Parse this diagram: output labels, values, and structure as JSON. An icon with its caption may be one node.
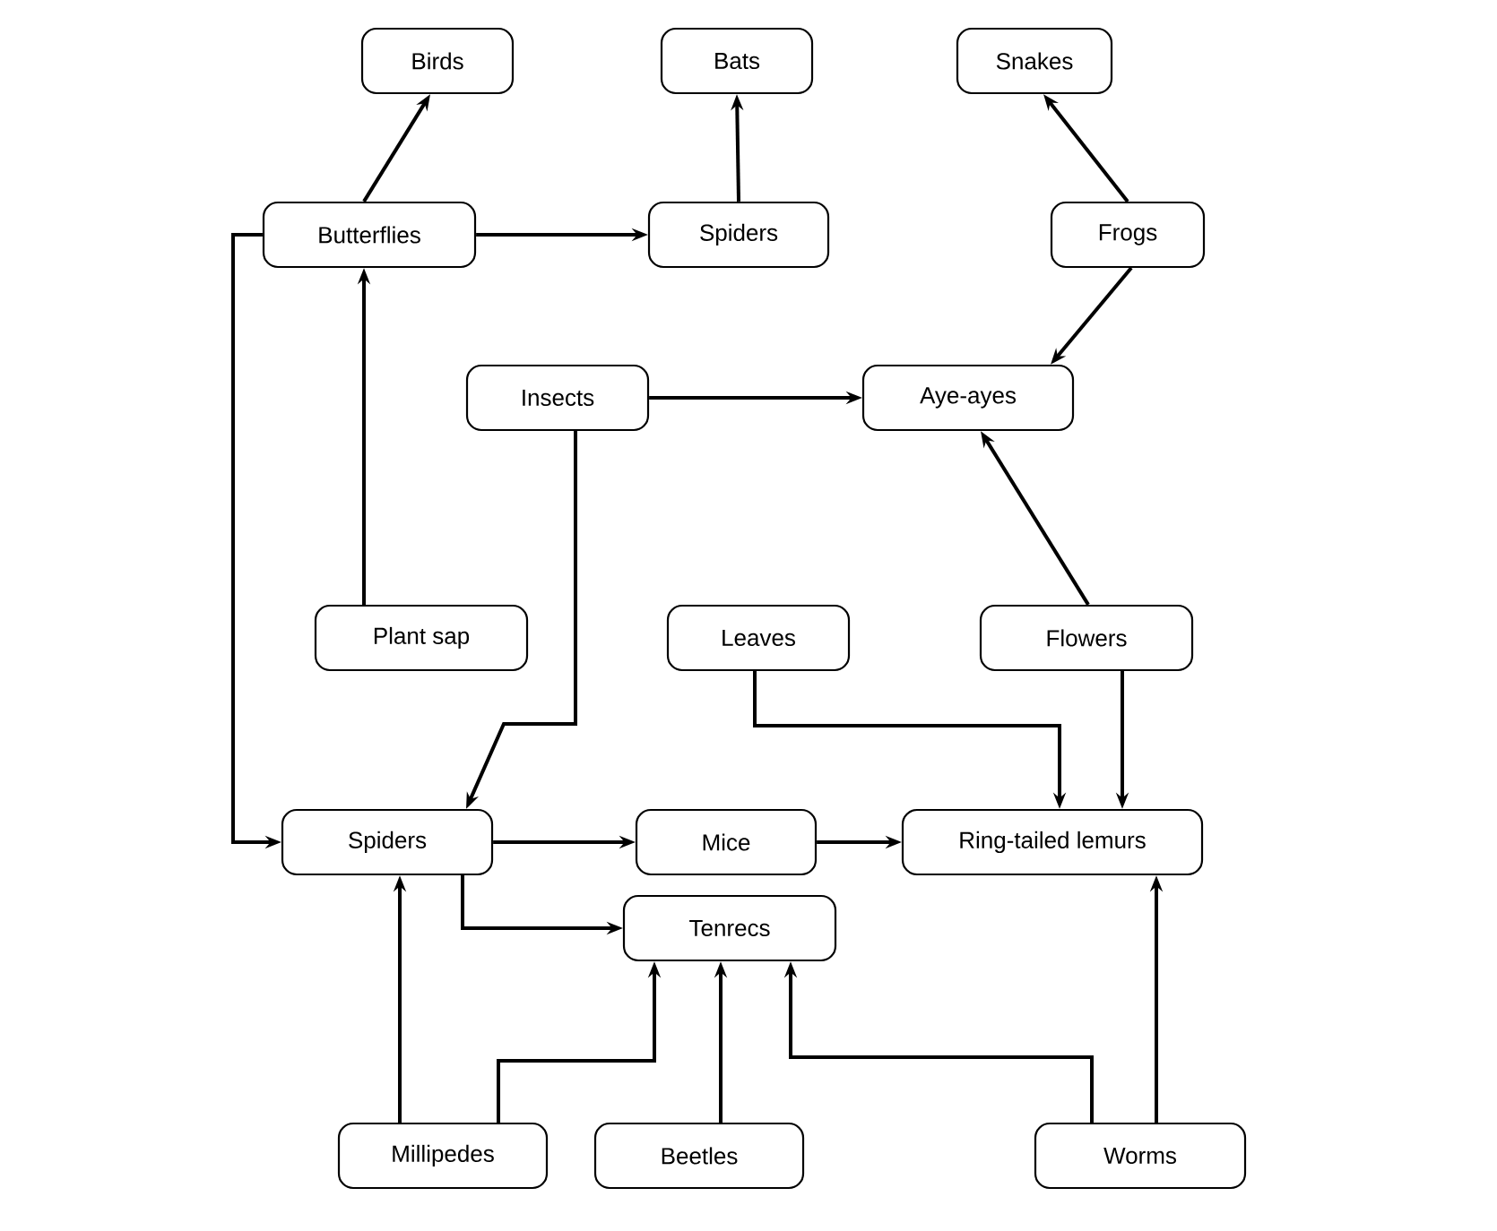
{
  "diagram": {
    "nodes": [
      {
        "text": [
          "Birds"
        ]
      },
      {
        "text": [
          "Bats"
        ]
      },
      {
        "text": [
          "Snakes"
        ]
      },
      {
        "text": [
          "Butterflies"
        ]
      },
      {
        "text": [
          "Spiders"
        ]
      },
      {
        "text": [
          "Frogs"
        ]
      },
      {
        "text": [
          "Insects"
        ]
      },
      {
        "text": [
          "Aye-ayes"
        ]
      },
      {
        "text": [
          "Plant sap"
        ]
      },
      {
        "text": [
          "Leaves"
        ]
      },
      {
        "text": [
          "Flowers"
        ]
      },
      {
        "text": [
          "Spiders"
        ]
      },
      {
        "text": [
          "Mice"
        ]
      },
      {
        "text": [
          "Ring-tailed lemurs"
        ]
      },
      {
        "text": [
          "Tenrecs"
        ]
      },
      {
        "text": [
          "Millipedes"
        ]
      },
      {
        "text": [
          "Beetles"
        ]
      },
      {
        "text": [
          "Worms"
        ]
      }
    ],
    "edges": [
      {
        "from": 3,
        "to": 0,
        "arrow": "to"
      },
      {
        "from": 3,
        "to": 4,
        "arrow": "to"
      },
      {
        "from": 4,
        "to": 1,
        "arrow": "to"
      },
      {
        "from": 5,
        "to": 2,
        "arrow": "to"
      },
      {
        "from": 5,
        "to": 7,
        "arrow": "to"
      },
      {
        "from": 6,
        "to": 7,
        "arrow": "to"
      },
      {
        "from": 10,
        "to": 7,
        "arrow": "to"
      },
      {
        "from": 8,
        "to": 3,
        "arrow": "to"
      },
      {
        "from": 3,
        "to": 11,
        "arrow": "to"
      },
      {
        "from": 6,
        "to": 11,
        "arrow": "to"
      },
      {
        "from": 9,
        "to": 13,
        "arrow": "to"
      },
      {
        "from": 10,
        "to": 13,
        "arrow": "to"
      },
      {
        "from": 11,
        "to": 12,
        "arrow": "to"
      },
      {
        "from": 12,
        "to": 13,
        "arrow": "to"
      },
      {
        "from": 11,
        "to": 14,
        "arrow": "to"
      },
      {
        "from": 15,
        "to": 11,
        "arrow": "to"
      },
      {
        "from": 15,
        "to": 14,
        "arrow": "to"
      },
      {
        "from": 16,
        "to": 14,
        "arrow": "to"
      },
      {
        "from": 17,
        "to": 14,
        "arrow": "to"
      },
      {
        "from": 17,
        "to": 13,
        "arrow": "to"
      }
    ]
  }
}
